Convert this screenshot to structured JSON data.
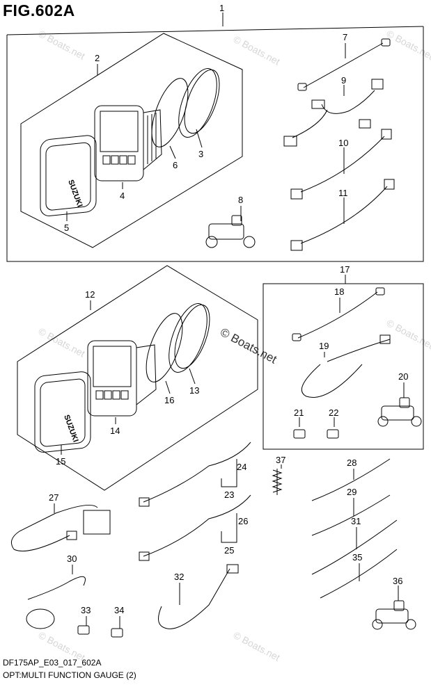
{
  "title": "FIG.602A",
  "footer_code": "DF175AP_E03_017_602A",
  "footer_caption": "OPT:MULTI FUNCTION GAUGE (2)",
  "watermark": "© Boats.net",
  "watermark_faint": "© Boats.net",
  "brand_lettering": "SUZUKI",
  "callouts": [
    "1",
    "2",
    "3",
    "4",
    "5",
    "6",
    "7",
    "8",
    "9",
    "10",
    "11",
    "12",
    "13",
    "14",
    "15",
    "16",
    "17",
    "18",
    "19",
    "20",
    "21",
    "22",
    "23",
    "24",
    "25",
    "26",
    "27",
    "28",
    "29",
    "30",
    "31",
    "32",
    "33",
    "34",
    "35",
    "36",
    "37"
  ]
}
